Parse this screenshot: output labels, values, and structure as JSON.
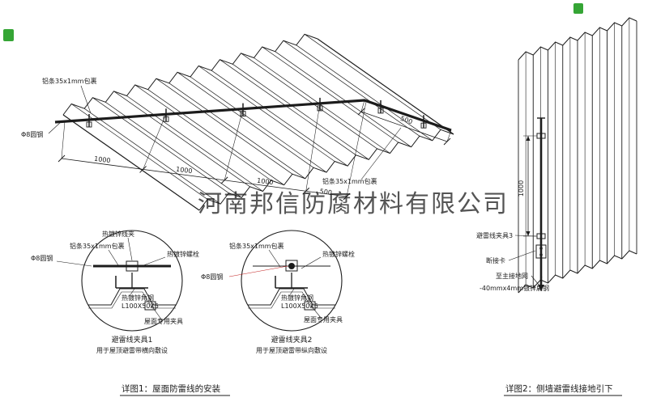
{
  "watermark": "河南邦信防腐材料有限公司",
  "main_drawing": {
    "label_strip_top": "铝条35x1mm包裹",
    "label_rod": "Φ8圆钢",
    "label_strip_right": "铝条35x1mm包裹",
    "dims": [
      "1000",
      "1000",
      "1000",
      "500"
    ],
    "dim_slope": "500"
  },
  "detail1": {
    "label_wire_clip": "热镀锌线夹",
    "label_strip": "铝条35x1mm包裹",
    "label_bolt": "热镀锌螺栓",
    "label_rod": "Φ8圆钢",
    "label_angle": "热镀锌角钢",
    "label_angle_spec": "L100X50X5",
    "label_clamp": "屋面专用夹具",
    "title": "避雷线夹具1",
    "subtitle": "用于屋顶避雷带横向敷设"
  },
  "detail2": {
    "label_strip": "铝条35x1mm包裹",
    "label_bolt": "热镀锌螺栓",
    "label_rod": "Φ8圆钢",
    "label_angle": "热镀锌角钢",
    "label_angle_spec": "L100X50X5",
    "label_clamp": "屋面专用夹具",
    "title": "避雷线夹具2",
    "subtitle": "用于屋顶避雷带纵向敷设"
  },
  "wall_drawing": {
    "label_clamp3": "避雷线夹具3",
    "label_break": "断接卡",
    "label_ground": "至主接地网",
    "label_flat_steel": "-40mmx4mm镀锌扁钢",
    "dim": "1000"
  },
  "captions": {
    "detail1": "详图1：屋面防雷线的安装",
    "detail2": "详图2：侧墙避雷线接地引下"
  },
  "colors": {
    "line": "#1c1c1c",
    "red": "#c22222",
    "watermark": "#a6a6a6",
    "green_mark": "#35a535"
  }
}
